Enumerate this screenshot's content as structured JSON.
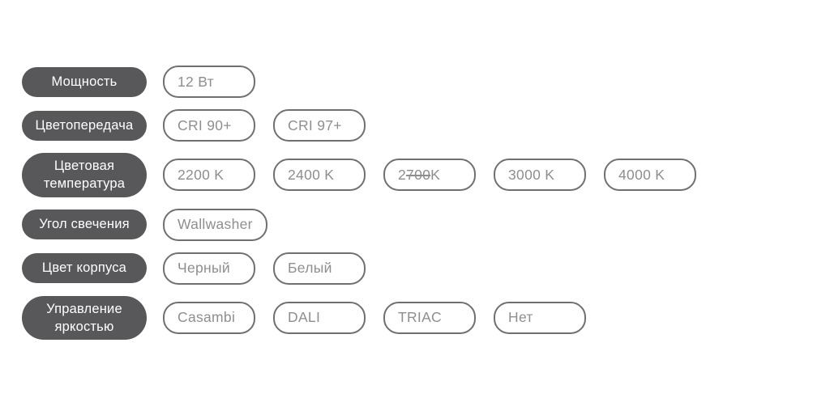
{
  "colors": {
    "page_bg": "#ffffff",
    "label_bg": "#58585a",
    "label_text": "#ffffff",
    "pill_border": "#707073",
    "pill_text": "#8e8e91"
  },
  "config_rows": [
    {
      "id": "power",
      "label": "Мощность",
      "options": [
        {
          "text": "12 Вт"
        }
      ]
    },
    {
      "id": "color-rendering",
      "label": "Цветопередача",
      "options": [
        {
          "text": "CRI 90+"
        },
        {
          "text": "CRI 97+"
        }
      ]
    },
    {
      "id": "color-temperature",
      "label": "Цветовая температура",
      "options": [
        {
          "text": "2200 K"
        },
        {
          "text": "2400 K"
        },
        {
          "text": "2700 K",
          "parts": [
            {
              "text": "2"
            },
            {
              "text": "700",
              "strike": true
            },
            {
              "text": " K"
            }
          ]
        },
        {
          "text": "3000 K"
        },
        {
          "text": "4000 K"
        }
      ]
    },
    {
      "id": "beam-angle",
      "label": "Угол свечения",
      "options": [
        {
          "text": "Wallwasher"
        }
      ]
    },
    {
      "id": "housing-color",
      "label": "Цвет корпуса",
      "options": [
        {
          "text": "Черный"
        },
        {
          "text": "Белый"
        }
      ]
    },
    {
      "id": "brightness-control",
      "label": "Управление яркостью",
      "options": [
        {
          "text": "Casambi"
        },
        {
          "text": "DALI"
        },
        {
          "text": "TRIAC"
        },
        {
          "text": "Нет"
        }
      ]
    }
  ]
}
